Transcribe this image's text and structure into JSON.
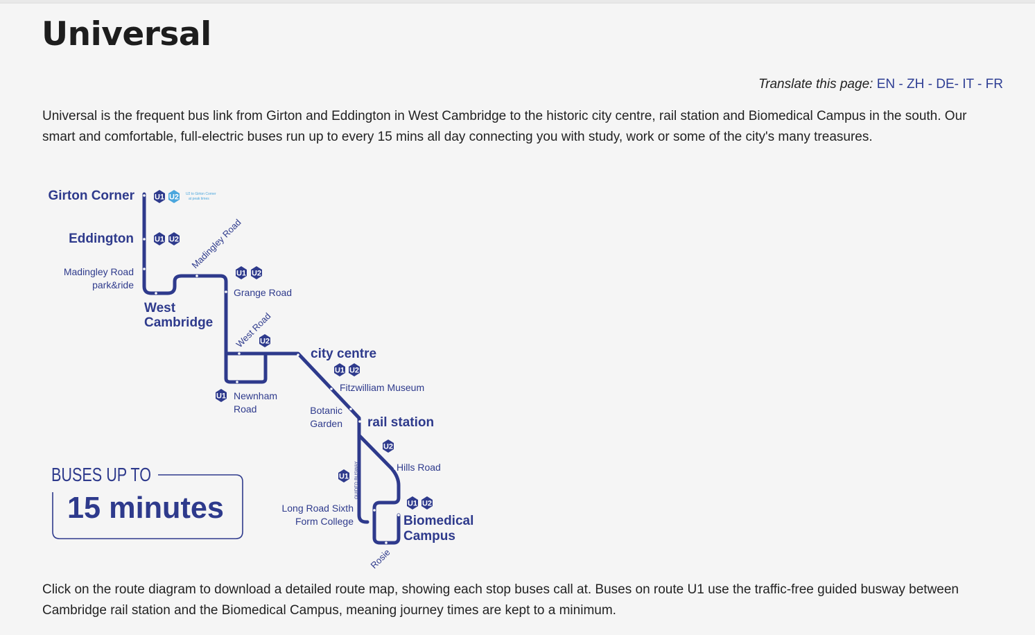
{
  "page": {
    "title": "Universal",
    "translate": {
      "label": "Translate this page:",
      "languages": [
        "EN",
        "ZH",
        "DE",
        "IT",
        "FR"
      ],
      "separators": [
        " - ",
        " - ",
        "- ",
        " - "
      ]
    },
    "intro": "Universal is the frequent bus link from Girton and Eddington in West Cambridge to the historic city centre, rail station and Biomedical Campus in the south. Our smart and comfortable, full-electric buses run up to every 15 mins all day connecting you with study, work or some of the city's many treasures.",
    "footer": "Click on the route diagram to download a detailed route map, showing each stop buses call at. Buses on route U1 use the traffic-free guided busway between Cambridge rail station and the Biomedical Campus, meaning journey times are kept to a minimum."
  },
  "map": {
    "route_color": "#2e3a8c",
    "u2_color": "#4aa6dd",
    "stops": {
      "girton": "Girton Corner",
      "eddington": "Eddington",
      "madingley_pr_1": "Madingley Road",
      "madingley_pr_2": "park&ride",
      "west_cambridge_1": "West",
      "west_cambridge_2": "Cambridge",
      "madingley_road": "Madingley Road",
      "grange_road": "Grange Road",
      "west_road": "West Road",
      "city_centre": "city centre",
      "fitzwilliam": "Fitzwilliam Museum",
      "newnham_1": "Newnham",
      "newnham_2": "Road",
      "botanic_1": "Botanic",
      "botanic_2": "Garden",
      "rail_station": "rail station",
      "hills_road": "Hills Road",
      "guided_busway": "GUIDED BUSWAY",
      "long_road_1": "Long Road Sixth",
      "long_road_2": "Form College",
      "biomedical_1": "Biomedical",
      "biomedical_2": "Campus",
      "rosie": "Rosie",
      "u2_note_1": "U2 to Girton Corner",
      "u2_note_2": "at peak times"
    },
    "routes": {
      "u1": "U1",
      "u2": "U2"
    },
    "badge": {
      "line1": "BUSES UP TO",
      "line2": "15 minutes"
    }
  }
}
